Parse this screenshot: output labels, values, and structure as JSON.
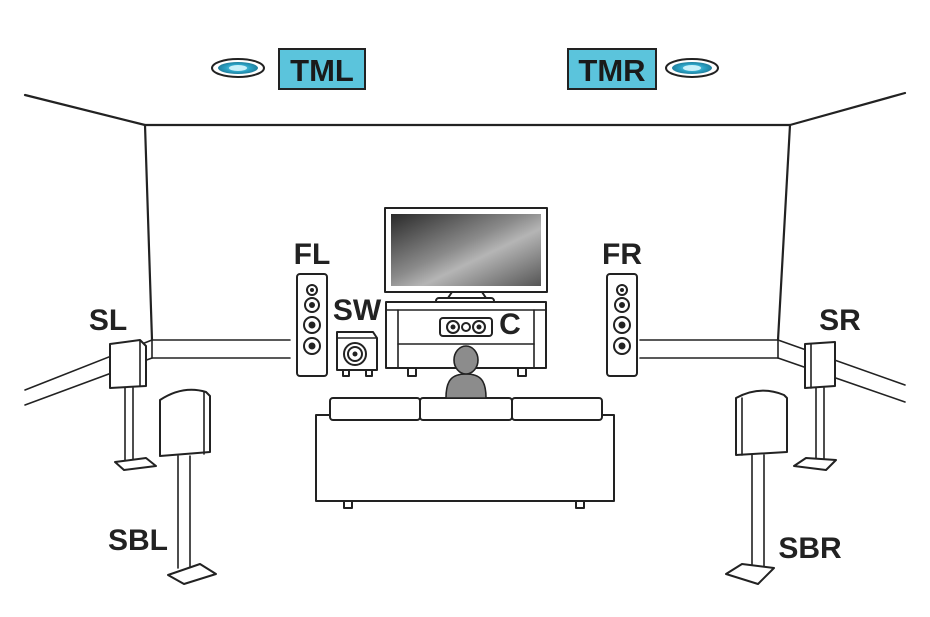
{
  "ceiling_speakers": {
    "top_middle_left": "TML",
    "top_middle_right": "TMR"
  },
  "floor_speakers": {
    "front_left": "FL",
    "front_right": "FR",
    "center": "C",
    "subwoofer": "SW",
    "surround_left": "SL",
    "surround_right": "SR",
    "surround_back_left": "SBL",
    "surround_back_right": "SBR"
  },
  "colors": {
    "ceiling_label_bg": "#5bc4dc",
    "ceiling_speaker": "#2ba3c6",
    "screen_dark": "#2e2e2e",
    "listener": "#8c8c8c"
  }
}
